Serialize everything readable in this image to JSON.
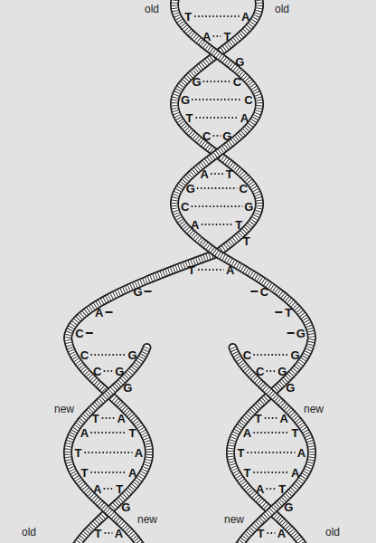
{
  "diagram": {
    "labels": [
      "old",
      "old",
      "T",
      "A",
      "A",
      "T",
      "G",
      "G",
      "C",
      "G",
      "C",
      "T",
      "A",
      "C",
      "G",
      "A",
      "T",
      "G",
      "C",
      "C",
      "G",
      "A",
      "T",
      "T",
      "T",
      "A",
      "G",
      "C",
      "A",
      "T",
      "C",
      "G",
      "C",
      "G",
      "C",
      "G",
      "C",
      "G",
      "C",
      "G",
      "G",
      "G",
      "new",
      "new",
      "T",
      "A",
      "T",
      "A",
      "A",
      "T",
      "A",
      "T",
      "T",
      "A",
      "T",
      "A",
      "T",
      "A",
      "T",
      "A",
      "A",
      "T",
      "A",
      "T",
      "G",
      "G",
      "new",
      "new",
      "T",
      "A",
      "T",
      "A",
      "old",
      "old"
    ]
  }
}
